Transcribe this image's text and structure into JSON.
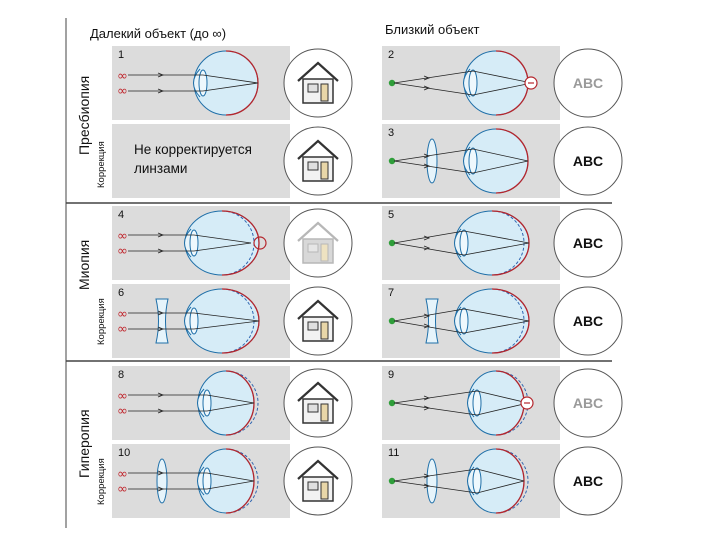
{
  "headers": {
    "far": "Далекий объект (до ∞)",
    "near": "Близкий объект"
  },
  "sections": [
    {
      "label": "Пресбиопия",
      "correction": "Коррекция"
    },
    {
      "label": "Миопия",
      "correction": "Коррекция"
    },
    {
      "label": "Гиперопия",
      "correction": "Коррекция"
    }
  ],
  "infinity_symbol": "∞",
  "note_no_correction": [
    "Не корректируется",
    "линзами"
  ],
  "chart_text": "ABC",
  "cells": [
    {
      "num": "1",
      "eye": "normal",
      "object": "far",
      "lens": "none",
      "focus": "retina",
      "thumb": "house"
    },
    {
      "num": "2",
      "eye": "normal",
      "object": "near",
      "lens": "none",
      "focus": "behind",
      "thumb": "abc-faded"
    },
    {
      "num": "",
      "eye": "none",
      "object": "none",
      "lens": "none",
      "focus": "none",
      "thumb": "house",
      "note": true
    },
    {
      "num": "3",
      "eye": "normal",
      "object": "near",
      "lens": "convex",
      "focus": "retina",
      "thumb": "abc"
    },
    {
      "num": "4",
      "eye": "long",
      "object": "far",
      "lens": "none",
      "focus": "front",
      "thumb": "house-faded"
    },
    {
      "num": "5",
      "eye": "long",
      "object": "near",
      "lens": "none",
      "focus": "retina",
      "thumb": "abc"
    },
    {
      "num": "6",
      "eye": "long",
      "object": "far",
      "lens": "concave",
      "focus": "retina",
      "thumb": "house"
    },
    {
      "num": "7",
      "eye": "long",
      "object": "near",
      "lens": "concave",
      "focus": "retina",
      "thumb": "abc"
    },
    {
      "num": "8",
      "eye": "short",
      "object": "far",
      "lens": "none",
      "focus": "retina",
      "thumb": "house"
    },
    {
      "num": "9",
      "eye": "short",
      "object": "near",
      "lens": "none",
      "focus": "behind",
      "thumb": "abc-faded"
    },
    {
      "num": "10",
      "eye": "short",
      "object": "far",
      "lens": "convex",
      "focus": "retina",
      "thumb": "house"
    },
    {
      "num": "11",
      "eye": "short",
      "object": "near",
      "lens": "convex",
      "focus": "retina",
      "thumb": "abc"
    }
  ],
  "colors": {
    "panel": "#dcdcdc",
    "eye_fill": "#d6ecf7",
    "eye_stroke": "#1f6fa8",
    "retina_red": "#b5262d",
    "retina_blue": "#2e64b0",
    "dot_green": "#2f9e3a",
    "abc_faded": "#9a9a9a",
    "divider": "#444444"
  }
}
